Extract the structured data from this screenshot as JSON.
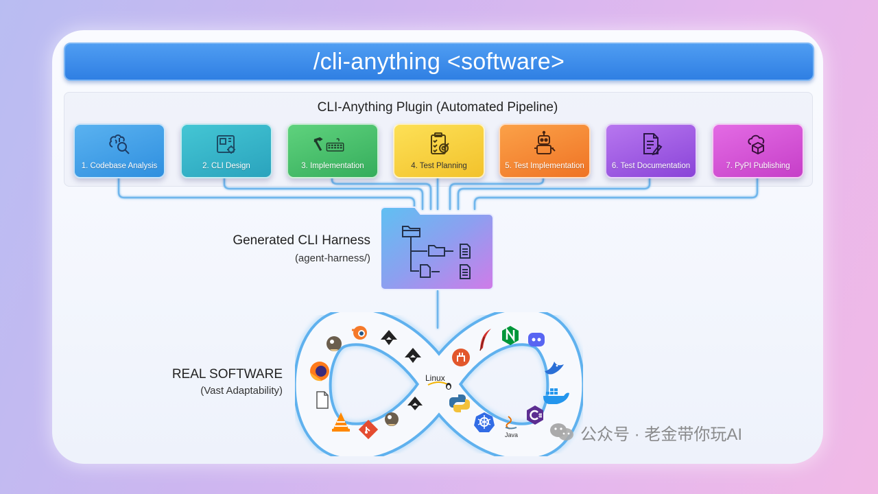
{
  "title": "/cli-anything <software>",
  "pipeline": {
    "title": "CLI-Anything Plugin (Automated Pipeline)",
    "stages": [
      {
        "label": "1. Codebase Analysis",
        "icon": "brain-magnifier-icon",
        "color": "#3aa0e8"
      },
      {
        "label": "2. CLI Design",
        "icon": "blueprint-icon",
        "color": "#2fb7c8"
      },
      {
        "label": "3. Implementation",
        "icon": "hammer-keyboard-icon",
        "color": "#45c06a"
      },
      {
        "label": "4. Test Planning",
        "icon": "clipboard-target-icon",
        "color": "#f5d23a"
      },
      {
        "label": "5. Test Implementation",
        "icon": "robot-icon",
        "color": "#f58a2f"
      },
      {
        "label": "6. Test Documentation",
        "icon": "document-pen-icon",
        "color": "#a05ae6"
      },
      {
        "label": "7. PyPI Publishing",
        "icon": "cloud-package-icon",
        "color": "#d84fd9"
      }
    ]
  },
  "harness": {
    "label": "Generated CLI Harness",
    "sub": "(agent-harness/)"
  },
  "real_software": {
    "label": "REAL SOFTWARE",
    "sub": "(Vast Adaptability)",
    "logos": [
      "gimp-icon",
      "blender-icon",
      "inkscape-icon",
      "firefox-icon",
      "libreoffice-icon",
      "vlc-icon",
      "git-icon",
      "linux-icon",
      "gitea-icon",
      "python-icon",
      "kubernetes-icon",
      "java-icon",
      "feather-icon",
      "nginx-icon",
      "discord-icon",
      "bird-icon",
      "docker-icon",
      "c-sharp-icon"
    ],
    "linux_text": "Linux",
    "java_text": "Java"
  },
  "watermark": "公众号 · 老金带你玩AI"
}
